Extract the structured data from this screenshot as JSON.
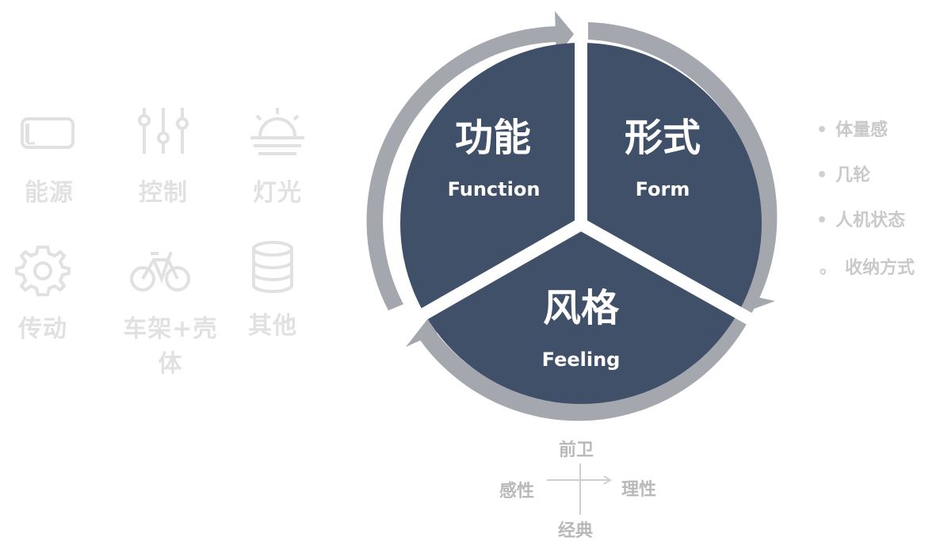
{
  "categories": [
    {
      "label": "能源",
      "icon": "battery-icon"
    },
    {
      "label": "控制",
      "icon": "sliders-icon"
    },
    {
      "label": "灯光",
      "icon": "sunrise-icon"
    },
    {
      "label": "传动",
      "icon": "gear-icon"
    },
    {
      "label": "车架+壳体",
      "icon": "bicycle-icon"
    },
    {
      "label": "其他",
      "icon": "database-icon"
    }
  ],
  "segments": {
    "function": {
      "title": "功能",
      "subtitle": "Function"
    },
    "form": {
      "title": "形式",
      "subtitle": "Form"
    },
    "feeling": {
      "title": "风格",
      "subtitle": "Feeling"
    }
  },
  "form_items": [
    "体量感",
    "几轮",
    "人机状态",
    "收纳方式"
  ],
  "axes": {
    "top": "前卫",
    "bottom": "经典",
    "left": "感性",
    "right": "理性"
  },
  "colors": {
    "segment": "#3f5068",
    "ring": "#a4a7ae",
    "faded": "#e1e1e1"
  }
}
